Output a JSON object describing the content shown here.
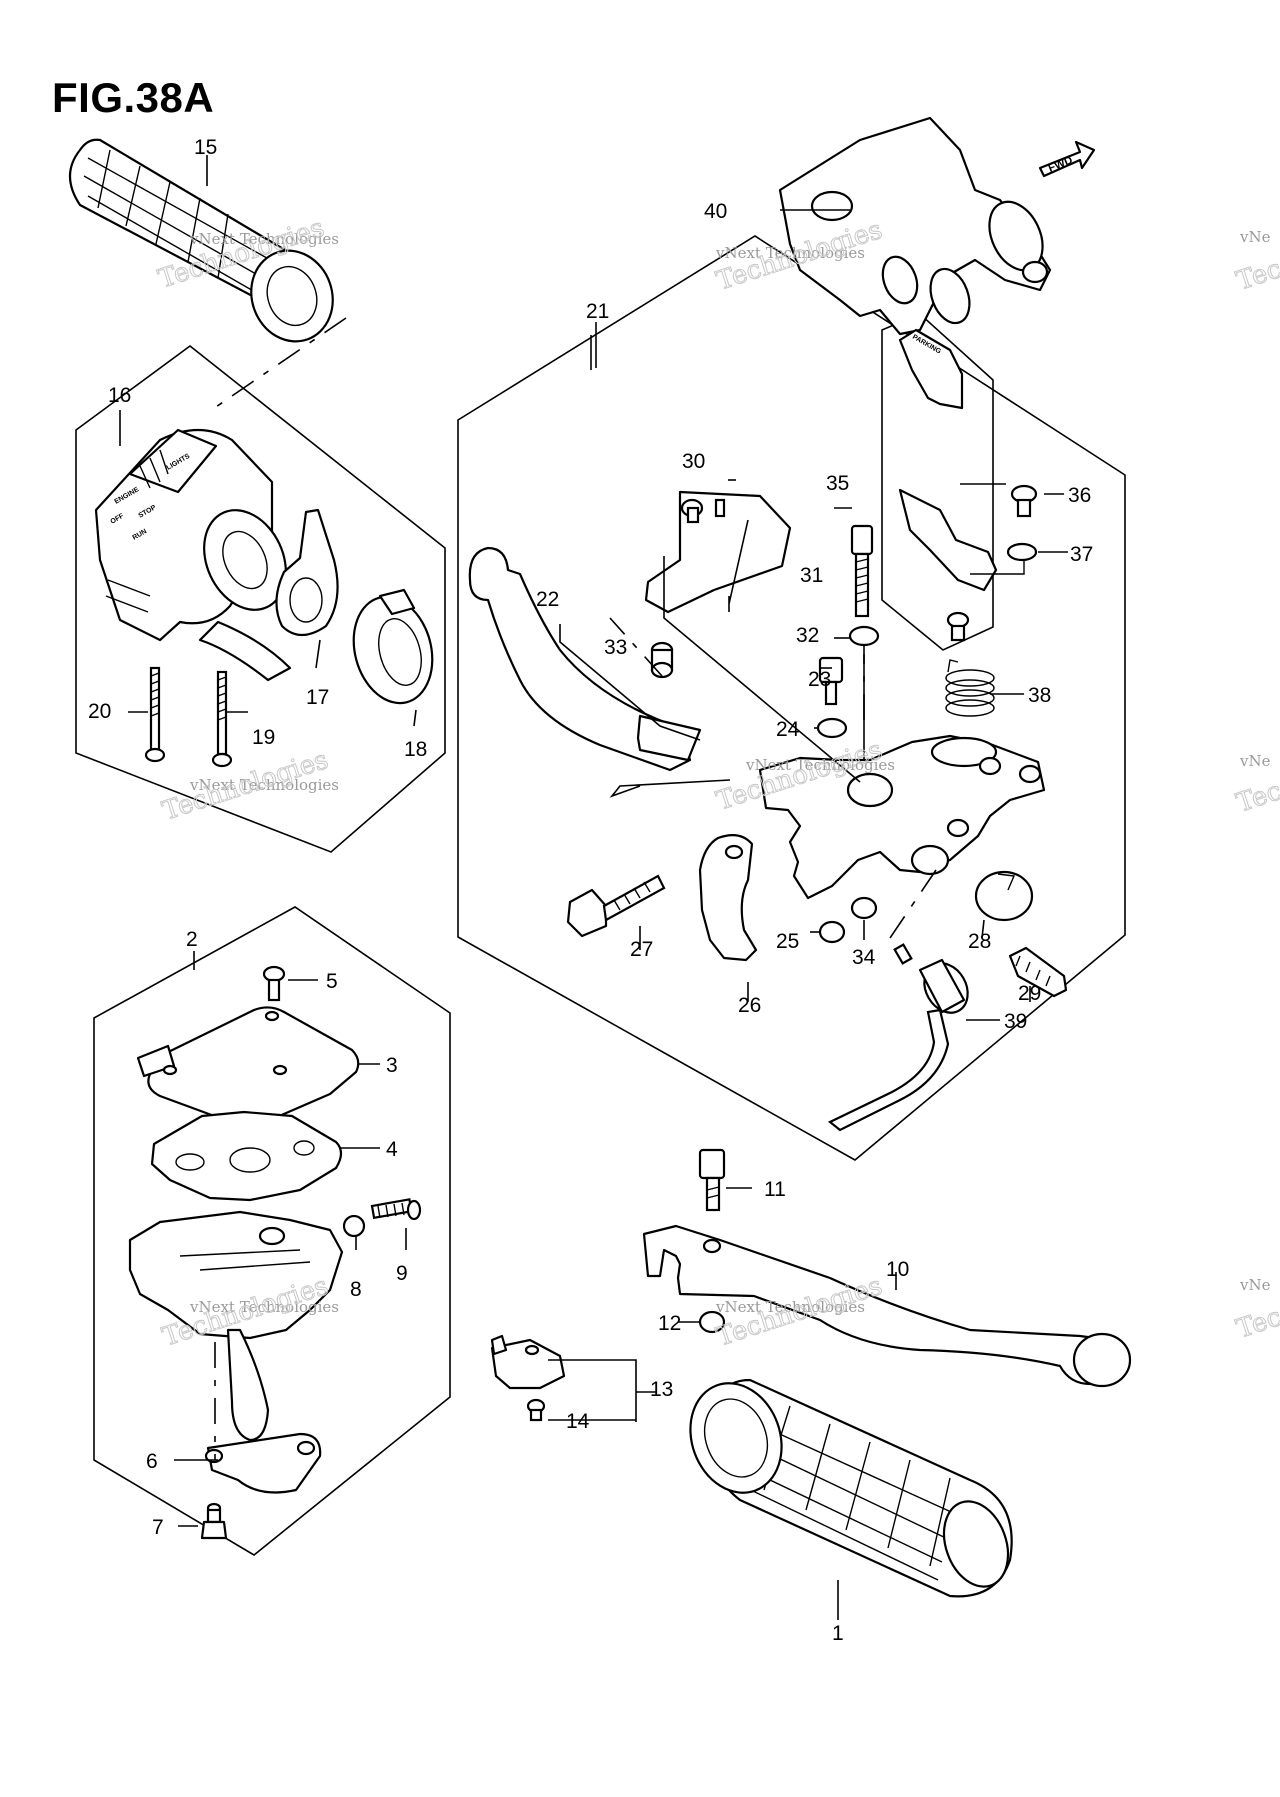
{
  "figure": {
    "title": "FIG.38A"
  },
  "watermark": {
    "line1": "vNext Technologies",
    "line2": "Technologies",
    "short": "vNe",
    "tech_short": "Tec"
  },
  "fwd_label": "FWD",
  "switch_labels": {
    "engine": "ENGINE",
    "stop": "STOP",
    "run": "RUN",
    "off": "OFF",
    "lights": "LIGHTS",
    "parking": "PARKING"
  },
  "callouts": [
    "1",
    "2",
    "3",
    "4",
    "5",
    "6",
    "7",
    "8",
    "9",
    "10",
    "11",
    "12",
    "13",
    "14",
    "15",
    "16",
    "17",
    "18",
    "19",
    "20",
    "21",
    "22",
    "23",
    "24",
    "25",
    "26",
    "27",
    "28",
    "29",
    "30",
    "31",
    "32",
    "33",
    "34",
    "35",
    "36",
    "37",
    "38",
    "39",
    "40"
  ]
}
